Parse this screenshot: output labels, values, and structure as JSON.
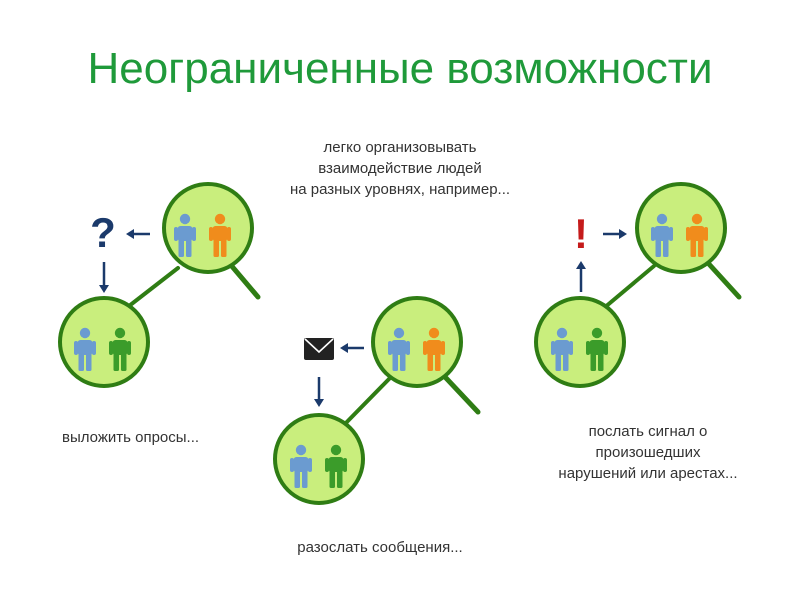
{
  "title": "Неограниченные возможности",
  "captions": {
    "top": [
      "легко организовывать",
      "взаимодействие людей",
      "на разных уровнях, например..."
    ],
    "left": [
      "выложить опросы..."
    ],
    "bottom": [
      "разослать сообщения..."
    ],
    "right": [
      "послать сигнал о",
      "произошедших",
      "нарушений или арестах..."
    ]
  },
  "symbols": {
    "question": "?",
    "exclamation": "!"
  },
  "colors": {
    "title": "#1f9a3a",
    "circle_fill": "#c9ee7d",
    "circle_stroke": "#2f7d14",
    "line": "#2f7d14",
    "person_blue": "#6b9bd0",
    "person_orange": "#f08c1c",
    "person_green": "#3b9c2a",
    "arrow": "#1b3a6b",
    "question_mark": "#1b3a6b",
    "exclamation_mark": "#c51b1b"
  },
  "icons": [
    "magnifier-icon",
    "person-icon",
    "question-mark-icon",
    "exclamation-icon",
    "envelope-icon",
    "arrow-icon"
  ]
}
